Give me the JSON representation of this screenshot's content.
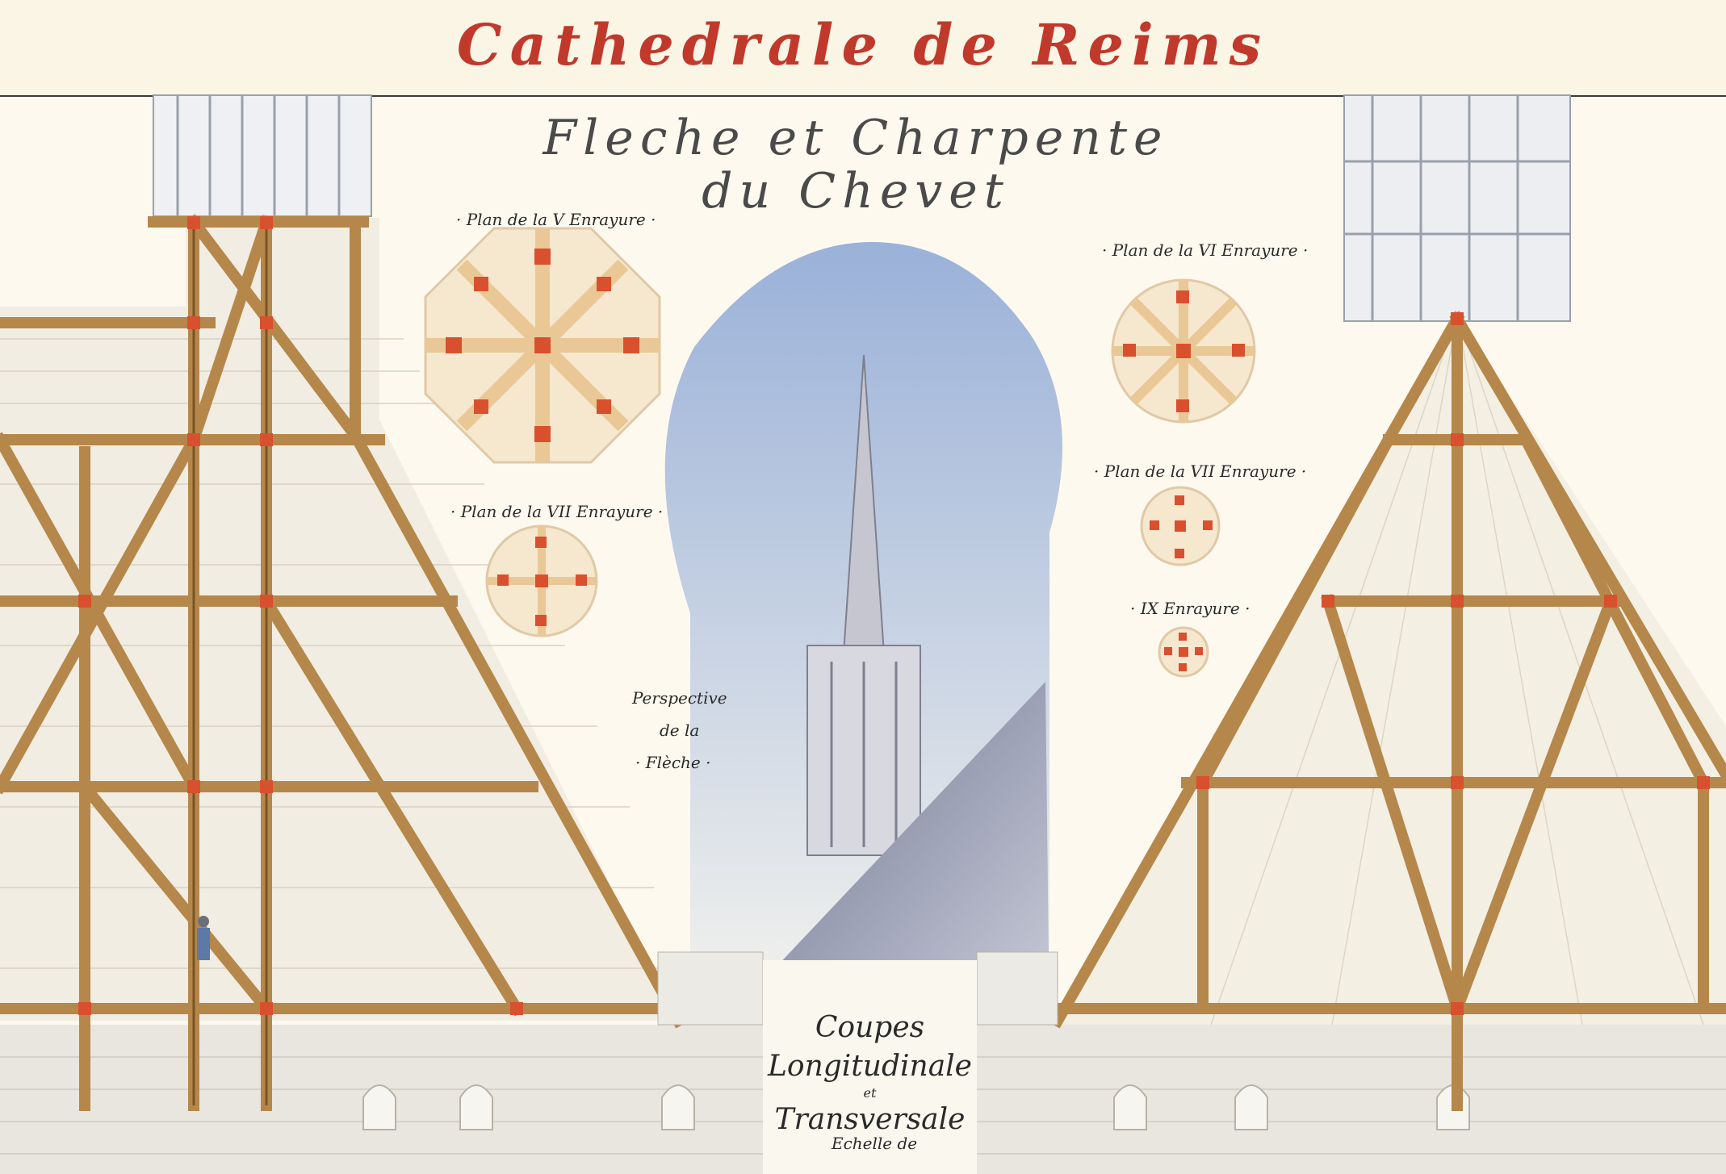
{
  "title": "Cathedrale de Reims",
  "subtitle_line1": "Fleche et Charpente",
  "subtitle_line2": "du Chevet",
  "labels": {
    "plan5": "· Plan de la V Enrayure ·",
    "plan6": "· Plan de la VI Enrayure ·",
    "plan7_left": "· Plan de la VII Enrayure ·",
    "plan7_right": "· Plan de la VII Enrayure ·",
    "enrayure9": "· IX Enrayure ·",
    "perspective_1": "Perspective",
    "perspective_2": "de la",
    "perspective_3": "· Flèche ·",
    "coupes_1": "Coupes",
    "coupes_2": "Longitudinale",
    "coupes_3": "et",
    "coupes_4": "Transversale",
    "echelle": "Echelle de"
  },
  "colors": {
    "timber": "#b5874a",
    "timber_dark": "#7a5426",
    "joint": "#d9502e",
    "title_red": "#c0392b",
    "title_green": "#3f8a3a",
    "sky": "#b9cbe6",
    "stone": "#e8e4dc"
  },
  "icons": [
    "octagon-plan-icon",
    "spire-icon",
    "roof-truss-icon"
  ]
}
